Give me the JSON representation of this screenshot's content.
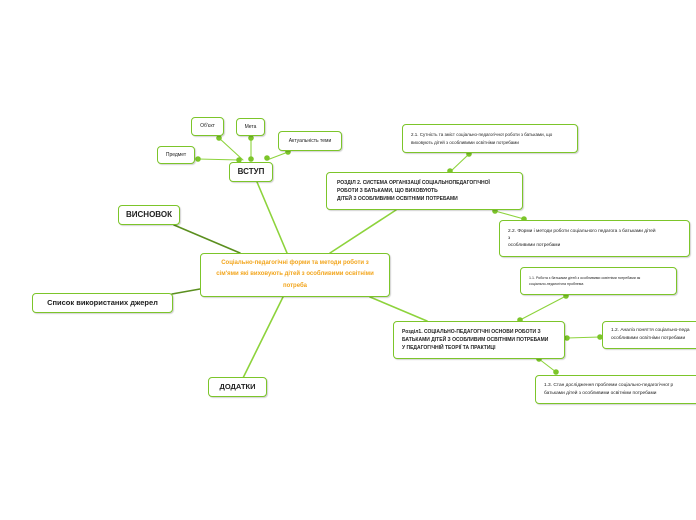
{
  "mindmap": {
    "root": {
      "label": "Соціально-педагогічні форми та методи роботи з\nсім'ями які виховують дітей з особливими освітніми\nпотреба"
    },
    "vstup": {
      "label": "ВСТУП"
    },
    "vstup_children": {
      "predmet": "Предмет",
      "obiekt": "Об'єкт",
      "meta": "Мета",
      "aktualnist": "Актуальність теми"
    },
    "vysnovok": {
      "label": "ВИСНОВОК"
    },
    "dzherela": {
      "label": "Список використаних джерел"
    },
    "dodatky": {
      "label": "ДОДАТКИ"
    },
    "rozdil2": {
      "label": "РОЗДІЛ 2. СИСТЕМА ОРГАНІЗАЦІЇ СОЦІАЛЬНОПЕДАГОГІЧНОЇ\nРОБОТИ З БАТЬКАМИ, ЩО ВИХОВУЮТЬ\nДІТЕЙ З ОСОБЛИВИМИ ОСВІТНІМИ ПОТРЕБАМИ",
      "sub_2_1": "2.1. Сутність та зміст соціально-педагогічної роботи з батьками, що\nвиховують дітей з особливими освітніми потребами",
      "sub_2_2": "2.2. Форми і методи роботи соціального педагога з батьками дітей\nз\nособливими потребами"
    },
    "rozdil1": {
      "label": "Розділ1. СОЦІАЛЬНО-ПЕДАГОГІЧНІ ОСНОВИ РОБОТИ З\nБАТЬКАМИ ДІТЕЙ З ОСОБЛИВИМ ОСВІТНІМИ ПОТРЕБАМИ\nУ ПЕДАГОГІЧНІЙ ТЕОРІЇ ТА ПРАКТИЦІ",
      "sub_1_1": "1.1.  Робота з батьками дітей з особливими освітніми потребами як\nсоціально-педагогічна проблема",
      "sub_1_2": "1.2.  Аналіз поняття соціально-педа\nособливими освітніми потребами",
      "sub_1_3": "1.3.   Стан дослідження проблеми соціально-педагогічної р\nбатьками дітей з особливими освітніми потребами"
    },
    "colors": {
      "node_border": "#7cc52a",
      "link_main": "#8dd33c",
      "link_dark": "#5b8f1f",
      "root_text": "#f2a51c"
    }
  }
}
